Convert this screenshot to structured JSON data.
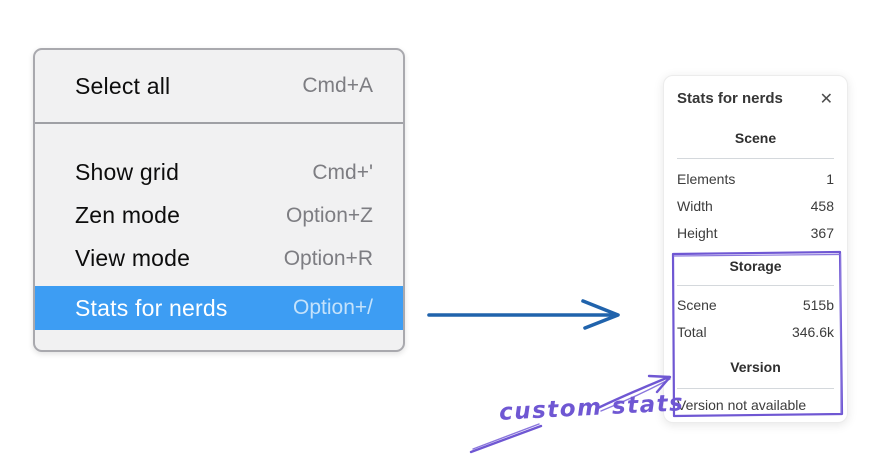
{
  "context_menu": {
    "sections": [
      {
        "items": [
          {
            "label": "Select all",
            "shortcut": "Cmd+A",
            "highlighted": false
          }
        ]
      },
      {
        "items": [
          {
            "label": "Show grid",
            "shortcut": "Cmd+'",
            "highlighted": false
          },
          {
            "label": "Zen mode",
            "shortcut": "Option+Z",
            "highlighted": false
          },
          {
            "label": "View mode",
            "shortcut": "Option+R",
            "highlighted": false
          },
          {
            "label": "Stats for nerds",
            "shortcut": "Option+/",
            "highlighted": true
          }
        ]
      }
    ]
  },
  "stats_panel": {
    "title": "Stats for nerds",
    "close_icon": "✕",
    "sections": [
      {
        "header": "Scene",
        "rows": [
          {
            "label": "Elements",
            "value": "1"
          },
          {
            "label": "Width",
            "value": "458"
          },
          {
            "label": "Height",
            "value": "367"
          }
        ]
      },
      {
        "header": "Storage",
        "rows": [
          {
            "label": "Scene",
            "value": "515b"
          },
          {
            "label": "Total",
            "value": "346.6k"
          }
        ]
      },
      {
        "header": "Version",
        "note": "Version not available"
      }
    ]
  },
  "annotation": {
    "label": "custom stats"
  },
  "colors": {
    "menu_highlight": "#3d9df3",
    "menu_background": "#f1f1f2",
    "arrow_blue": "#2063ac",
    "annotation_purple": "#6f57d3",
    "panel_text": "#3b3b3b"
  }
}
